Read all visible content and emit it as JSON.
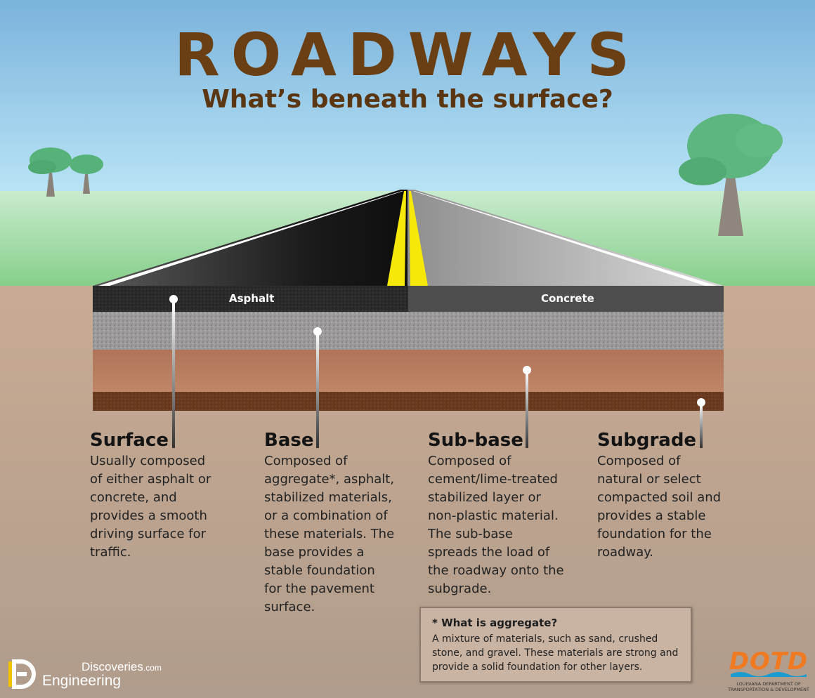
{
  "header": {
    "title": "ROADWAYS",
    "subtitle": "What’s beneath the surface?"
  },
  "road": {
    "left_label": "Asphalt",
    "right_label": "Concrete"
  },
  "layers": [
    {
      "name": "Surface",
      "description": "Usually composed of either asphalt or concrete, and provides a smooth driving surface for traffic."
    },
    {
      "name": "Base",
      "description": "Composed of aggregate*, asphalt, stabilized materials, or a combination of these materials. The base provides a stable foundation for the pavement surface."
    },
    {
      "name": "Sub-base",
      "description": "Composed of cement/lime-treated stabilized layer or non-plastic material. The sub-base spreads the load of the roadway onto the subgrade."
    },
    {
      "name": "Subgrade",
      "description": "Composed of natural or select compacted soil and provides a stable foundation for the roadway."
    }
  ],
  "note": {
    "title": "* What is aggregate?",
    "text": "A mixture of materials, such as sand, crushed stone, and gravel. These materials are strong and provide a solid foundation for other layers."
  },
  "branding": {
    "site_top": "Discoveries",
    "site_top_suffix": ".com",
    "site_bottom": "Engineering",
    "dotd_logo": "DOTD",
    "dotd_subtitle": "LOUISIANA DEPARTMENT OF TRANSPORTATION & DEVELOPMENT"
  },
  "colors": {
    "title": "#6b3f14",
    "asphalt": "#2b2b2b",
    "concrete": "#505050",
    "base": "#9a9898",
    "subbase": "#b9775a",
    "subgrade": "#6b3a20",
    "centerline": "#f6e90a",
    "dotd": "#f07a22"
  }
}
